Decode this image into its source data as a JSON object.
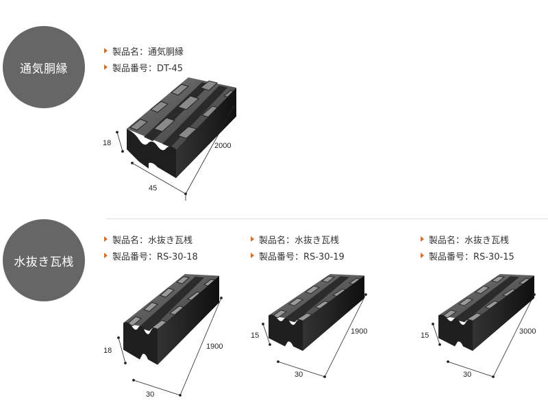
{
  "sections": [
    {
      "category": "通気胴縁",
      "products": [
        {
          "name_label": "製品名：通気胴縁",
          "number_label": "製品番号：DT-45",
          "name": "通気胴縁",
          "number": "DT-45",
          "dims": {
            "height": "18",
            "width": "45",
            "length": "2000"
          }
        }
      ]
    },
    {
      "category": "水抜き瓦桟",
      "products": [
        {
          "name_label": "製品名：水抜き瓦桟",
          "number_label": "製品番号：RS-30-18",
          "name": "水抜き瓦桟",
          "number": "RS-30-18",
          "dims": {
            "height": "18",
            "width": "30",
            "length": "1900"
          }
        },
        {
          "name_label": "製品名：水抜き瓦桟",
          "number_label": "製品番号：RS-30-19",
          "name": "水抜き瓦桟",
          "number": "RS-30-19",
          "dims": {
            "height": "15",
            "width": "30",
            "length": "1900"
          }
        },
        {
          "name_label": "製品名：水抜き瓦桟",
          "number_label": "製品番号：RS-30-15",
          "name": "水抜き瓦桟",
          "number": "RS-30-15",
          "dims": {
            "height": "15",
            "width": "30",
            "length": "3000"
          }
        }
      ]
    }
  ],
  "colors": {
    "circle": "#666666",
    "bullet": "#e06a1e",
    "divider": "#dddddd"
  }
}
